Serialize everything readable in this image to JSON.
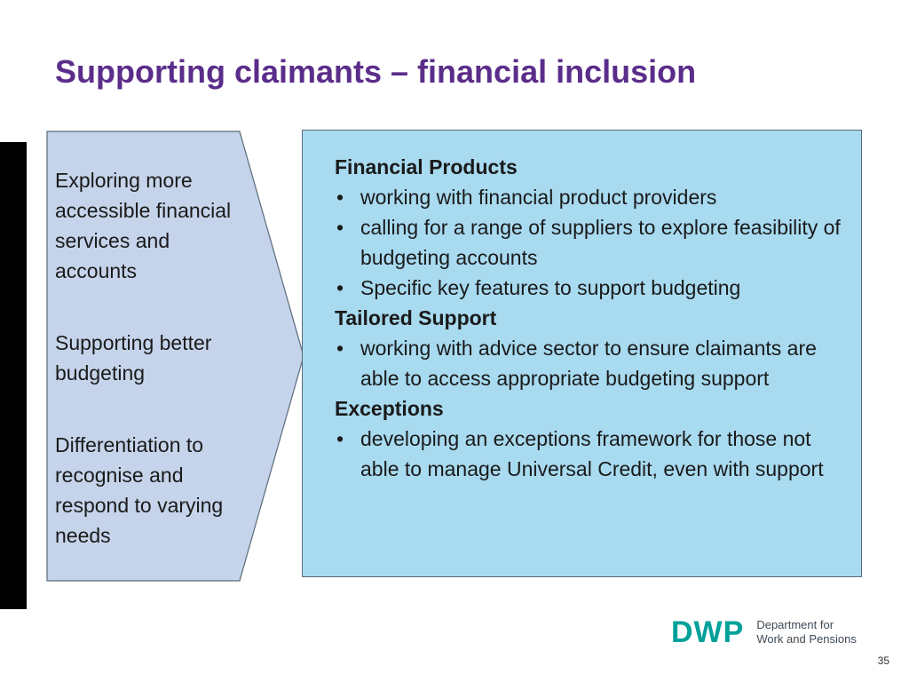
{
  "slide": {
    "title": "Supporting claimants – financial inclusion",
    "page_number": "35"
  },
  "left_panel": {
    "items": [
      "Exploring more accessible financial services and accounts",
      "Supporting better budgeting",
      "Differentiation to recognise and respond to varying needs"
    ]
  },
  "right_panel": {
    "sections": [
      {
        "heading": "Financial Products",
        "bullets": [
          "working with financial product providers",
          "calling for a range of suppliers to explore feasibility of budgeting accounts",
          "Specific key features to support budgeting"
        ]
      },
      {
        "heading": "Tailored Support",
        "bullets": [
          "working with advice sector to ensure claimants are able to access appropriate budgeting support"
        ]
      },
      {
        "heading": "Exceptions",
        "bullets": [
          "developing an exceptions framework for those not able to manage Universal Credit, even with support"
        ]
      }
    ],
    "bullet_glyph": "•"
  },
  "logo": {
    "mark": "DWP",
    "line1": "Department for",
    "line2": "Work and Pensions"
  },
  "colors": {
    "title": "#5b2d8a",
    "chevron_fill": "#c5d4ea",
    "panel_fill": "#a8daf0",
    "logo_mark": "#00a19a"
  }
}
